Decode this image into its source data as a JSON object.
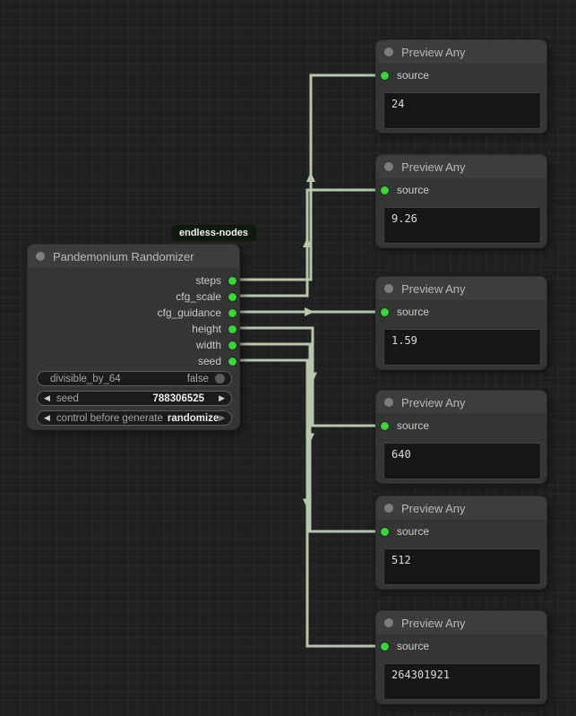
{
  "graph": {
    "badge": "endless-nodes",
    "randomizer": {
      "title": "Pandemonium Randomizer",
      "outputs": [
        "steps",
        "cfg_scale",
        "cfg_guidance",
        "height",
        "width",
        "seed"
      ],
      "widgets": {
        "toggle": {
          "label": "divisible_by_64",
          "value": "false"
        },
        "seed": {
          "label": "seed",
          "value": "788306525",
          "left_arrow": "◀",
          "right_arrow": "▶"
        },
        "control": {
          "label": "control before generate",
          "value": "randomize",
          "left_arrow": "◀",
          "right_arrow": "▶"
        }
      }
    },
    "preview_nodes": [
      {
        "title": "Preview Any",
        "input_label": "source",
        "value": "24"
      },
      {
        "title": "Preview Any",
        "input_label": "source",
        "value": "9.26"
      },
      {
        "title": "Preview Any",
        "input_label": "source",
        "value": "1.59"
      },
      {
        "title": "Preview Any",
        "input_label": "source",
        "value": "640"
      },
      {
        "title": "Preview Any",
        "input_label": "source",
        "value": "512"
      },
      {
        "title": "Preview Any",
        "input_label": "source",
        "value": "264301921"
      }
    ]
  },
  "colors": {
    "port_green": "#3fd23f",
    "wire": "#b7c6ac",
    "node_bg": "#353535",
    "badge_bg": "#0f190f",
    "canvas_bg": "#202020"
  }
}
